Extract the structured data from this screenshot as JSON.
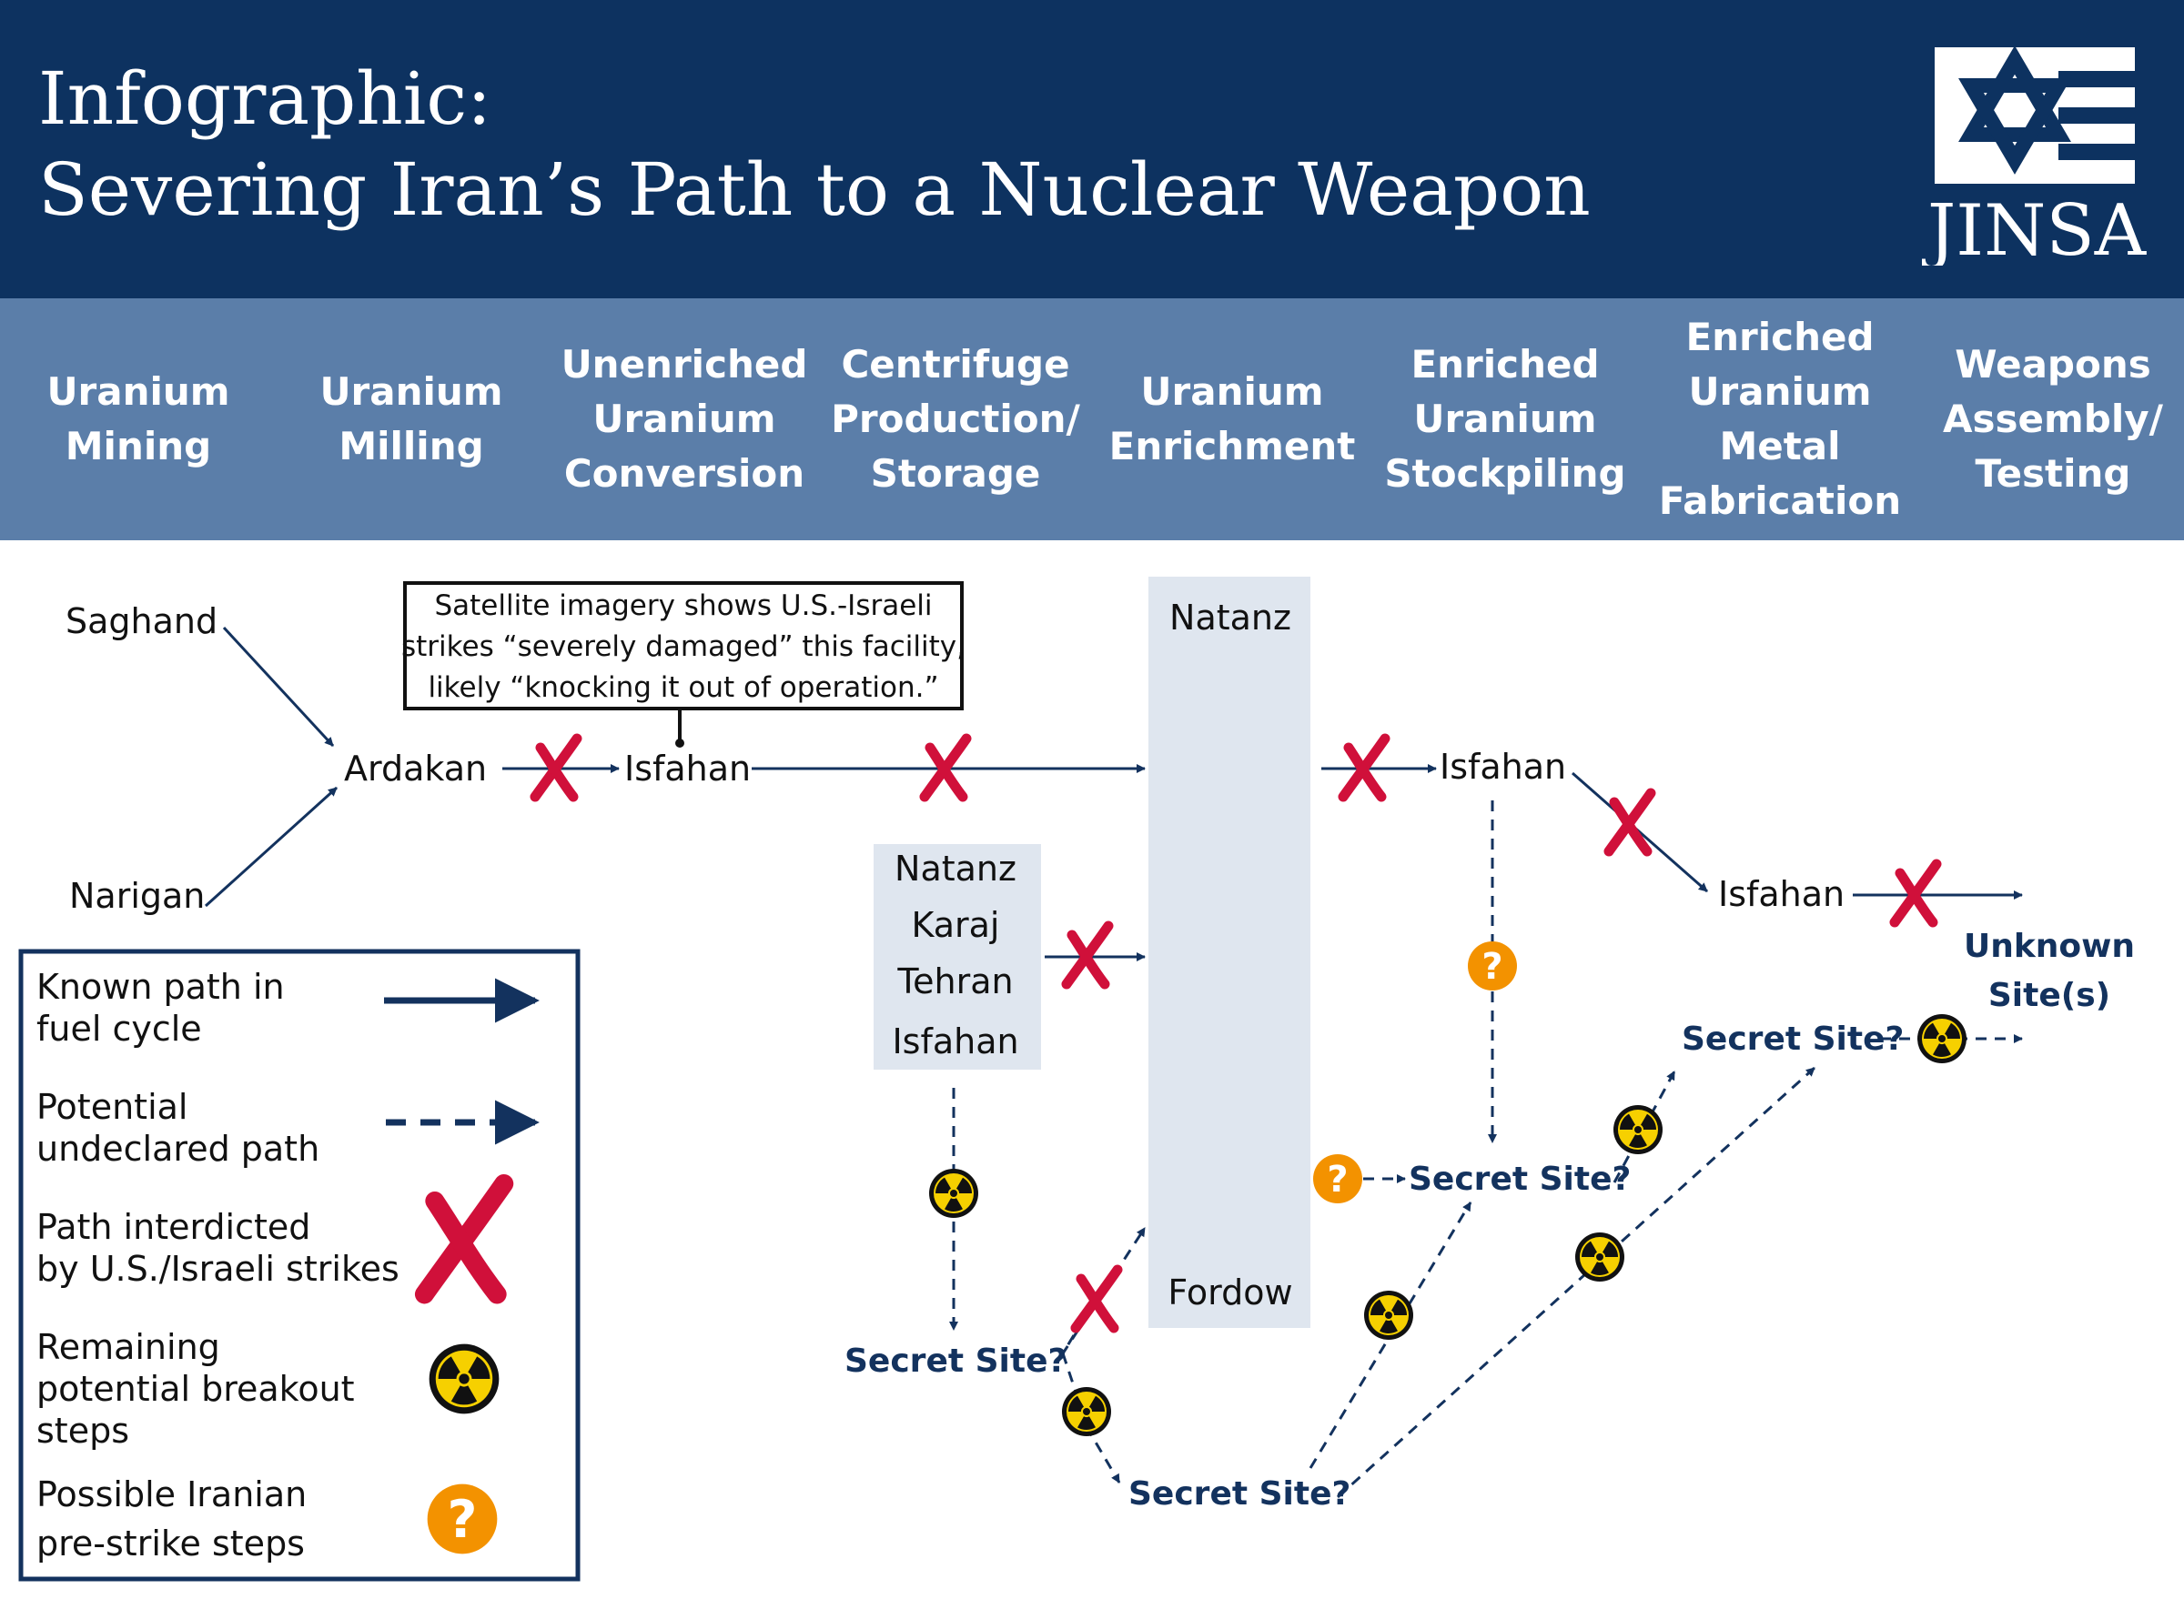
{
  "title": {
    "line1": "Infographic:",
    "line2": "Severing Iran’s Path to a Nuclear Weapon"
  },
  "logo": {
    "text": "JINSA",
    "icon": "star-of-david-flag-icon"
  },
  "stages": [
    "Uranium\nMining",
    "Uranium\nMilling",
    "Unenriched\nUranium\nConversion",
    "Centrifuge\nProduction/\nStorage",
    "Uranium\nEnrichment",
    "Enriched\nUranium\nStockpiling",
    "Enriched\nUranium\nMetal\nFabrication",
    "Weapons\nAssembly/\nTesting"
  ],
  "sites": {
    "saghand": "Saghand",
    "narigan": "Narigan",
    "ardakan": "Ardakan",
    "isfahan_conversion": "Isfahan",
    "natanz_enrich": "Natanz",
    "fordow": "Fordow",
    "centrifuge_sites": [
      "Natanz",
      "Karaj",
      "Tehran",
      "Isfahan"
    ],
    "isfahan_stockpile": "Isfahan",
    "isfahan_metal": "Isfahan",
    "unknown_sites": [
      "Unknown",
      "Site(s)"
    ],
    "secret_site_centrifuge": "Secret Site?",
    "secret_site_enrich": "Secret Site?",
    "secret_site_stockpile": "Secret Site?",
    "secret_site_metal": "Secret Site?"
  },
  "callout": [
    "Satellite imagery shows U.S.-Israeli",
    "strikes “severely damaged” this facility,",
    "likely “knocking it out of operation.”"
  ],
  "legend": {
    "known_path": [
      "Known path in",
      "fuel cycle"
    ],
    "potential_path": [
      "Potential",
      "undeclared path"
    ],
    "interdicted": [
      "Path interdicted",
      "by U.S./Israeli strikes"
    ],
    "breakout": [
      "Remaining",
      "potential breakout",
      "steps"
    ],
    "pre_strike": [
      "Possible Iranian",
      "pre-strike steps"
    ]
  },
  "colors": {
    "header_bg": "#0d3260",
    "stage_bar_bg": "#5b7ea9",
    "arrow": "#13325e",
    "strike_x": "#d0103a",
    "question": "#f39200",
    "radiation_yellow": "#f6d000",
    "facility_box": "#dfe6ef"
  },
  "icons": {
    "strike": "red-x-icon",
    "breakout": "radiation-icon",
    "pre_strike": "question-mark-icon"
  }
}
